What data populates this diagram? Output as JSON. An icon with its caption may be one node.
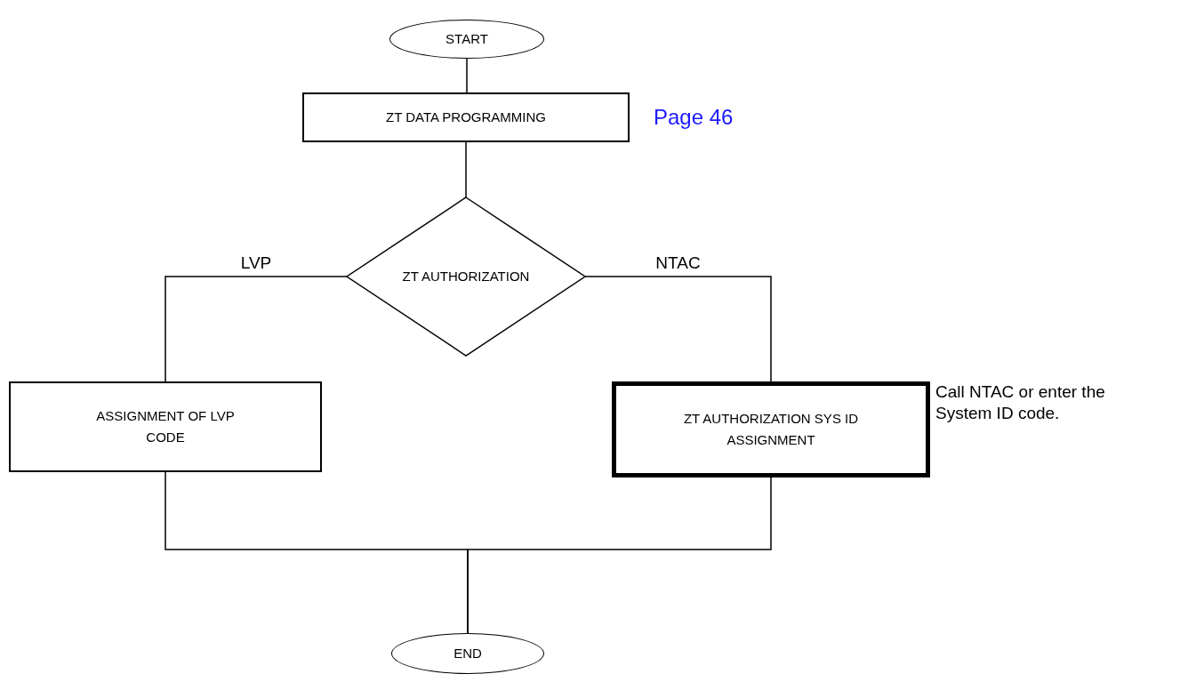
{
  "diagram": {
    "nodes": [
      {
        "text": [
          "START"
        ]
      },
      {
        "text": [
          "ZT DATA PROGRAMMING"
        ]
      },
      {
        "text": [
          "ZT AUTHORIZATION"
        ]
      },
      {
        "text": [
          "ASSIGNMENT OF LVP CODE"
        ]
      },
      {
        "text": [
          "ZT AUTHORIZATION SYS ID ASSIGNMENT"
        ],
        "beside": [
          "Call NTAC or enter the System ID code."
        ]
      },
      {
        "text": [
          "END"
        ]
      }
    ],
    "edges": [
      {
        "from": 0,
        "to": 1,
        "arrow": "none"
      },
      {
        "from": 1,
        "to": 2,
        "arrow": "none"
      },
      {
        "from": 2,
        "to": 3,
        "arrow": "none",
        "label": "LVP"
      },
      {
        "from": 2,
        "to": 4,
        "arrow": "none",
        "label": "NTAC"
      },
      {
        "from": 3,
        "to": 5,
        "arrow": "none"
      },
      {
        "from": 4,
        "to": 5,
        "arrow": "none"
      }
    ],
    "labels": [
      "Page 46"
    ]
  }
}
